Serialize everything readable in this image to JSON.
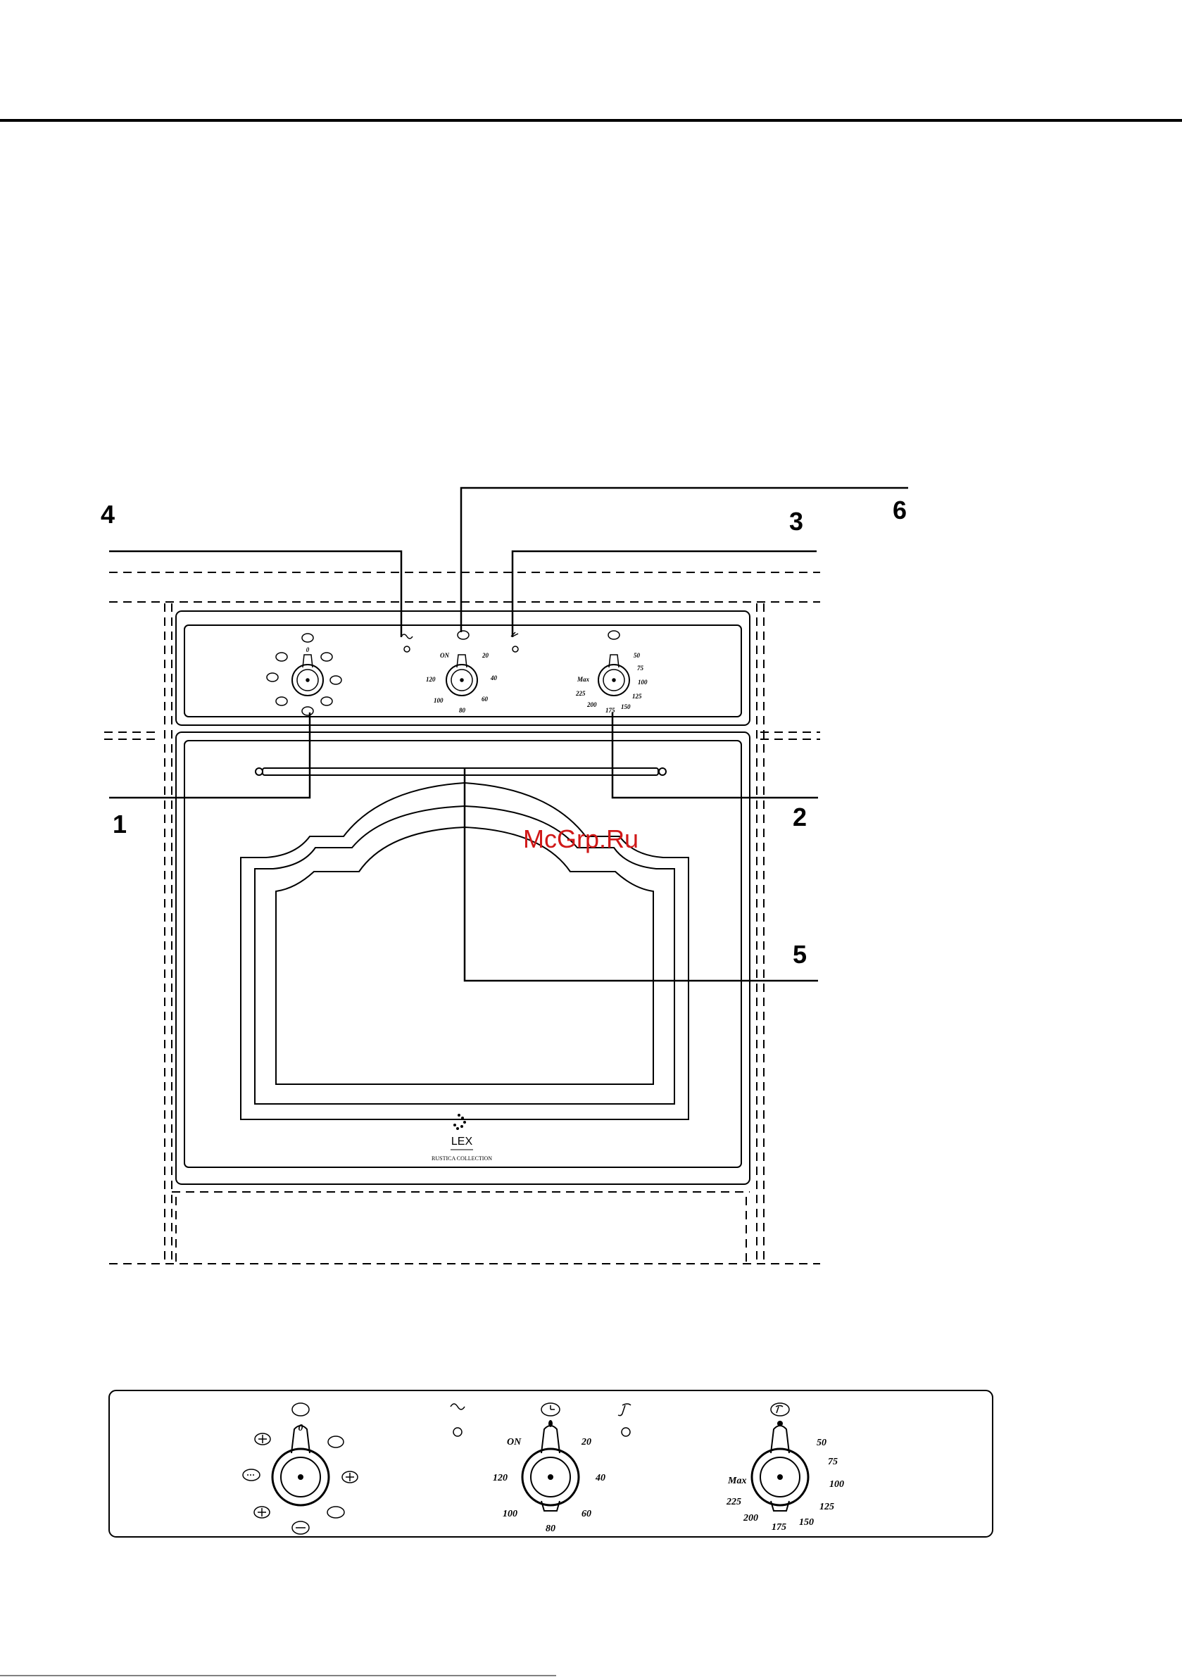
{
  "callouts": {
    "c1": "1",
    "c2": "2",
    "c3": "3",
    "c4": "4",
    "c5": "5",
    "c6": "6"
  },
  "brand": {
    "logo_text": "LEX",
    "collection": "RUSTICA COLLECTION"
  },
  "watermark": "McGrp.Ru",
  "function_knob": {
    "zero_label": "0",
    "icons": [
      "light-icon",
      "defrost-icon",
      "top-heat-icon",
      "grill-icon",
      "fan-icon",
      "bottom-heat-icon",
      "bottom-bar-icon",
      "top-right-icon"
    ]
  },
  "timer_knob": {
    "on_label": "ON",
    "marks": [
      "20",
      "40",
      "60",
      "80",
      "100",
      "120"
    ],
    "icon": "clock-icon"
  },
  "temperature_knob": {
    "max_label": "Max",
    "marks": [
      "50",
      "75",
      "100",
      "125",
      "150",
      "175",
      "200",
      "225"
    ],
    "icon": "thermometer-icon"
  },
  "indicators": {
    "left_icon": "power-wave-icon",
    "right_icon": "thermometer-indicator-icon"
  },
  "colors": {
    "line": "#000000",
    "watermark": "#d01818",
    "background": "#ffffff"
  }
}
